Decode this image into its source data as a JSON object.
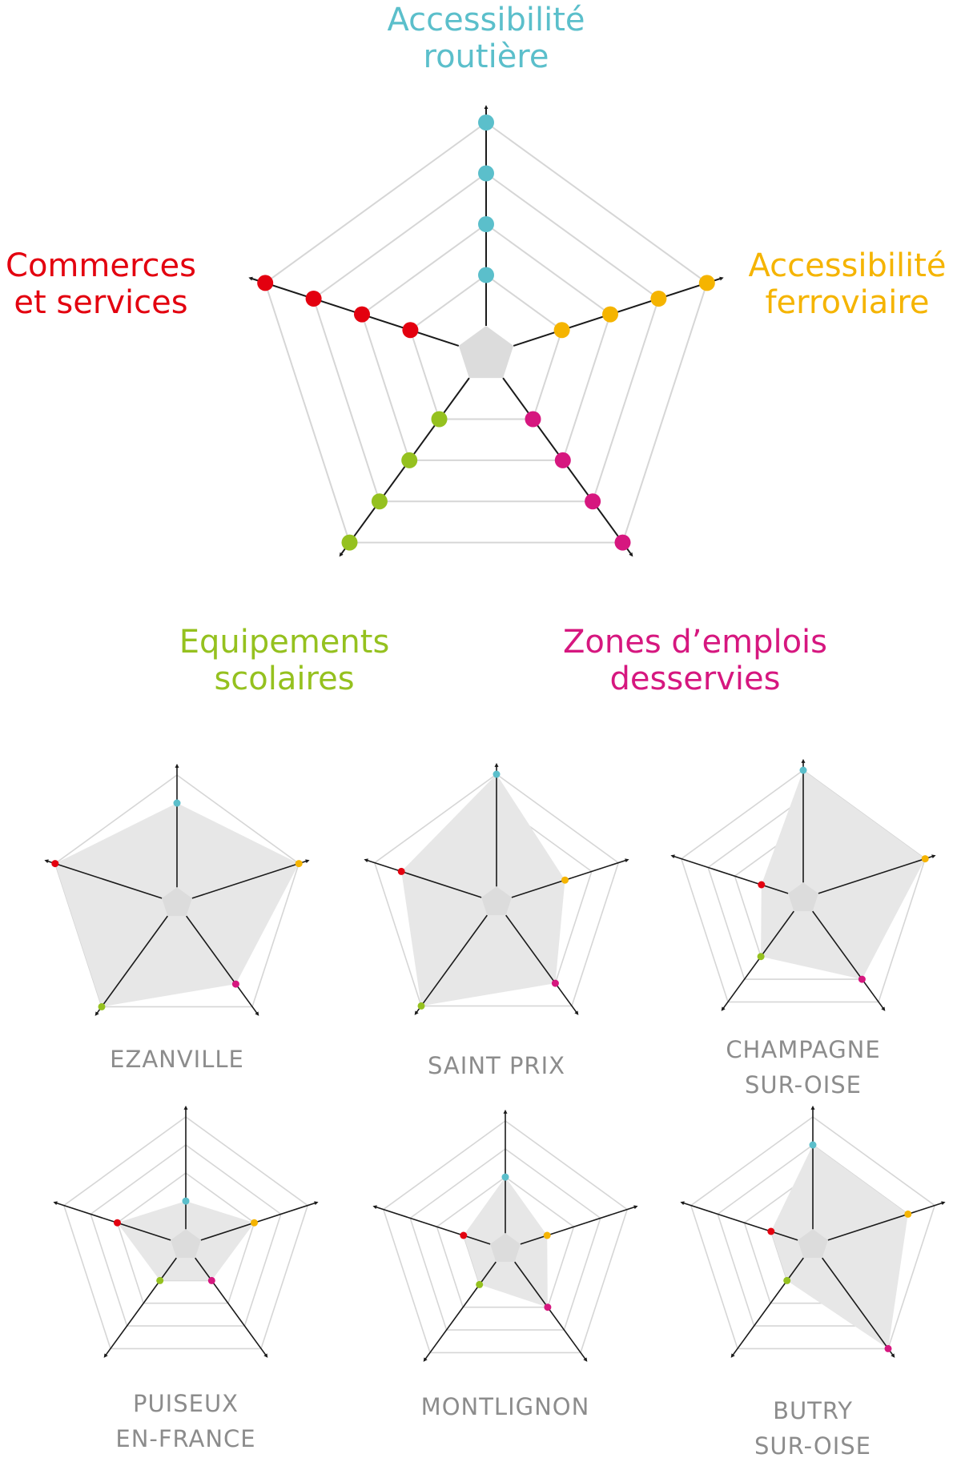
{
  "colors": {
    "accessibilite_routiere": "#5bbfcb",
    "accessibilite_ferroviaire": "#f5b400",
    "zones_emplois": "#d6177f",
    "equipements_scolaires": "#95c11f",
    "commerces_services": "#e3000f",
    "grid": "#d6d6d6",
    "fill": "#e7e7e7",
    "axis": "#1a1a1a",
    "town_label": "#8c8c8c"
  },
  "legend": {
    "axes": [
      {
        "lines": [
          "Accessibilité",
          "routière"
        ],
        "color_key": "accessibilite_routiere"
      },
      {
        "lines": [
          "Accessibilité",
          "ferroviaire"
        ],
        "color_key": "accessibilite_ferroviaire"
      },
      {
        "lines": [
          "Zones d’emplois",
          "desservies"
        ],
        "color_key": "zones_emplois"
      },
      {
        "lines": [
          "Equipements",
          "scolaires"
        ],
        "color_key": "equipements_scolaires"
      },
      {
        "lines": [
          "Commerces",
          "et services"
        ],
        "color_key": "commerces_services"
      }
    ]
  },
  "chart_data": {
    "type": "radar",
    "axes": [
      "Accessibilité routière",
      "Accessibilité ferroviaire",
      "Zones d’emplois desservies",
      "Equipements scolaires",
      "Commerces et services"
    ],
    "scale": [
      1,
      2,
      3,
      4
    ],
    "charts": [
      {
        "name": "EZANVILLE",
        "lines": [
          "EZANVILLE"
        ],
        "values": [
          3,
          4,
          3,
          4,
          4
        ]
      },
      {
        "name": "SAINT PRIX",
        "lines": [
          "SAINT PRIX"
        ],
        "values": [
          4,
          2,
          3,
          4,
          3
        ]
      },
      {
        "name": "CHAMPAGNE SUR-OISE",
        "lines": [
          "CHAMPAGNE",
          "SUR-OISE"
        ],
        "values": [
          4,
          4,
          3,
          2,
          1
        ]
      },
      {
        "name": "PUISEUX EN-FRANCE",
        "lines": [
          "PUISEUX",
          "EN-FRANCE"
        ],
        "values": [
          1,
          2,
          1,
          1,
          2
        ]
      },
      {
        "name": "MONTLIGNON",
        "lines": [
          "MONTLIGNON"
        ],
        "values": [
          2,
          1,
          2,
          1,
          1
        ]
      },
      {
        "name": "BUTRY SUR-OISE",
        "lines": [
          "BUTRY",
          "SUR-OISE"
        ],
        "values": [
          3,
          3,
          4,
          1,
          1
        ]
      }
    ]
  }
}
